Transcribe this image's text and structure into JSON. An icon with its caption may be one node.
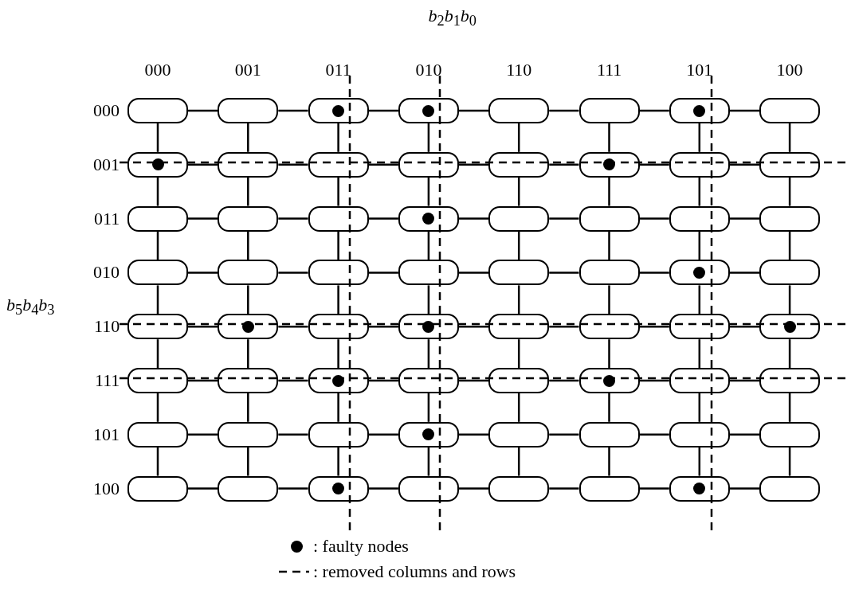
{
  "diagram": {
    "nodes": [
      {
        "text": [],
        "shape": "box"
      },
      {
        "text": [],
        "shape": "box"
      },
      {
        "text": [],
        "shape": "box"
      },
      {
        "text": [],
        "shape": "box"
      },
      {
        "text": [],
        "shape": "box"
      },
      {
        "text": [],
        "shape": "box"
      },
      {
        "text": [],
        "shape": "box"
      },
      {
        "text": [],
        "shape": "box"
      },
      {
        "text": [],
        "shape": "box"
      },
      {
        "text": [],
        "shape": "box"
      },
      {
        "text": [],
        "shape": "box"
      },
      {
        "text": [],
        "shape": "box"
      },
      {
        "text": [],
        "shape": "box"
      },
      {
        "text": [],
        "shape": "box"
      },
      {
        "text": [],
        "shape": "box"
      },
      {
        "text": [],
        "shape": "box"
      },
      {
        "text": [],
        "shape": "box"
      },
      {
        "text": [],
        "shape": "box"
      },
      {
        "text": [],
        "shape": "box"
      },
      {
        "text": [],
        "shape": "box"
      },
      {
        "text": [],
        "shape": "box"
      },
      {
        "text": [],
        "shape": "box"
      },
      {
        "text": [],
        "shape": "box"
      },
      {
        "text": [],
        "shape": "box"
      },
      {
        "text": [],
        "shape": "box"
      },
      {
        "text": [],
        "shape": "box"
      },
      {
        "text": [],
        "shape": "box"
      },
      {
        "text": [],
        "shape": "box"
      },
      {
        "text": [],
        "shape": "box"
      },
      {
        "text": [],
        "shape": "box"
      },
      {
        "text": [],
        "shape": "box"
      },
      {
        "text": [],
        "shape": "box"
      },
      {
        "text": [],
        "shape": "box"
      },
      {
        "text": [],
        "shape": "box"
      },
      {
        "text": [],
        "shape": "box"
      },
      {
        "text": [],
        "shape": "box"
      },
      {
        "text": [],
        "shape": "box"
      },
      {
        "text": [],
        "shape": "box"
      },
      {
        "text": [],
        "shape": "box"
      },
      {
        "text": [],
        "shape": "box"
      },
      {
        "text": [],
        "shape": "box"
      },
      {
        "text": [],
        "shape": "box"
      },
      {
        "text": [],
        "shape": "box"
      },
      {
        "text": [],
        "shape": "box"
      },
      {
        "text": [],
        "shape": "box"
      },
      {
        "text": [],
        "shape": "box"
      },
      {
        "text": [],
        "shape": "box"
      },
      {
        "text": [],
        "shape": "box"
      },
      {
        "text": [],
        "shape": "box"
      },
      {
        "text": [],
        "shape": "box"
      },
      {
        "text": [],
        "shape": "box"
      },
      {
        "text": [],
        "shape": "box"
      },
      {
        "text": [],
        "shape": "box"
      },
      {
        "text": [],
        "shape": "box"
      },
      {
        "text": [],
        "shape": "box"
      },
      {
        "text": [],
        "shape": "box"
      },
      {
        "text": [],
        "shape": "box"
      },
      {
        "text": [],
        "shape": "box"
      },
      {
        "text": [],
        "shape": "box"
      },
      {
        "text": [],
        "shape": "box"
      },
      {
        "text": [],
        "shape": "box"
      },
      {
        "text": [],
        "shape": "box"
      },
      {
        "text": [],
        "shape": "box"
      },
      {
        "text": [],
        "shape": "box"
      },
      {
        "text": [],
        "shape": "circle",
        "in": 2
      },
      {
        "text": [],
        "shape": "circle",
        "in": 3
      },
      {
        "text": [],
        "shape": "circle",
        "in": 6
      },
      {
        "text": [],
        "shape": "circle",
        "in": 8
      },
      {
        "text": [],
        "shape": "circle",
        "in": 13
      },
      {
        "text": [],
        "shape": "circle",
        "in": 19
      },
      {
        "text": [],
        "shape": "circle",
        "in": 30
      },
      {
        "text": [],
        "shape": "circle",
        "in": 33
      },
      {
        "text": [],
        "shape": "circle",
        "in": 35
      },
      {
        "text": [],
        "shape": "circle",
        "in": 39
      },
      {
        "text": [],
        "shape": "circle",
        "in": 42
      },
      {
        "text": [],
        "shape": "circle",
        "in": 45
      },
      {
        "text": [],
        "shape": "circle",
        "in": 51
      },
      {
        "text": [],
        "shape": "circle",
        "in": 58
      },
      {
        "text": [],
        "shape": "circle",
        "in": 62
      },
      {
        "text": [],
        "shape": "line"
      },
      {
        "text": [],
        "shape": "line"
      },
      {
        "text": [],
        "shape": "line"
      },
      {
        "text": [],
        "shape": "line"
      },
      {
        "text": [],
        "shape": "line"
      },
      {
        "text": [],
        "shape": "line"
      }
    ],
    "edges": [
      {
        "from": 0,
        "to": 1,
        "arrow": "none"
      },
      {
        "from": 1,
        "to": 2,
        "arrow": "none"
      },
      {
        "from": 2,
        "to": 3,
        "arrow": "none"
      },
      {
        "from": 3,
        "to": 4,
        "arrow": "none"
      },
      {
        "from": 4,
        "to": 5,
        "arrow": "none"
      },
      {
        "from": 5,
        "to": 6,
        "arrow": "none"
      },
      {
        "from": 6,
        "to": 7,
        "arrow": "none"
      },
      {
        "from": 8,
        "to": 9,
        "arrow": "none"
      },
      {
        "from": 9,
        "to": 10,
        "arrow": "none"
      },
      {
        "from": 10,
        "to": 11,
        "arrow": "none"
      },
      {
        "from": 11,
        "to": 12,
        "arrow": "none"
      },
      {
        "from": 12,
        "to": 13,
        "arrow": "none"
      },
      {
        "from": 13,
        "to": 14,
        "arrow": "none"
      },
      {
        "from": 14,
        "to": 15,
        "arrow": "none"
      },
      {
        "from": 16,
        "to": 17,
        "arrow": "none"
      },
      {
        "from": 17,
        "to": 18,
        "arrow": "none"
      },
      {
        "from": 18,
        "to": 19,
        "arrow": "none"
      },
      {
        "from": 19,
        "to": 20,
        "arrow": "none"
      },
      {
        "from": 20,
        "to": 21,
        "arrow": "none"
      },
      {
        "from": 21,
        "to": 22,
        "arrow": "none"
      },
      {
        "from": 22,
        "to": 23,
        "arrow": "none"
      },
      {
        "from": 24,
        "to": 25,
        "arrow": "none"
      },
      {
        "from": 25,
        "to": 26,
        "arrow": "none"
      },
      {
        "from": 26,
        "to": 27,
        "arrow": "none"
      },
      {
        "from": 27,
        "to": 28,
        "arrow": "none"
      },
      {
        "from": 28,
        "to": 29,
        "arrow": "none"
      },
      {
        "from": 29,
        "to": 30,
        "arrow": "none"
      },
      {
        "from": 30,
        "to": 31,
        "arrow": "none"
      },
      {
        "from": 32,
        "to": 33,
        "arrow": "none"
      },
      {
        "from": 33,
        "to": 34,
        "arrow": "none"
      },
      {
        "from": 34,
        "to": 35,
        "arrow": "none"
      },
      {
        "from": 35,
        "to": 36,
        "arrow": "none"
      },
      {
        "from": 36,
        "to": 37,
        "arrow": "none"
      },
      {
        "from": 37,
        "to": 38,
        "arrow": "none"
      },
      {
        "from": 38,
        "to": 39,
        "arrow": "none"
      },
      {
        "from": 40,
        "to": 41,
        "arrow": "none"
      },
      {
        "from": 41,
        "to": 42,
        "arrow": "none"
      },
      {
        "from": 42,
        "to": 43,
        "arrow": "none"
      },
      {
        "from": 43,
        "to": 44,
        "arrow": "none"
      },
      {
        "from": 44,
        "to": 45,
        "arrow": "none"
      },
      {
        "from": 45,
        "to": 46,
        "arrow": "none"
      },
      {
        "from": 46,
        "to": 47,
        "arrow": "none"
      },
      {
        "from": 48,
        "to": 49,
        "arrow": "none"
      },
      {
        "from": 49,
        "to": 50,
        "arrow": "none"
      },
      {
        "from": 50,
        "to": 51,
        "arrow": "none"
      },
      {
        "from": 51,
        "to": 52,
        "arrow": "none"
      },
      {
        "from": 52,
        "to": 53,
        "arrow": "none"
      },
      {
        "from": 53,
        "to": 54,
        "arrow": "none"
      },
      {
        "from": 54,
        "to": 55,
        "arrow": "none"
      },
      {
        "from": 56,
        "to": 57,
        "arrow": "none"
      },
      {
        "from": 57,
        "to": 58,
        "arrow": "none"
      },
      {
        "from": 58,
        "to": 59,
        "arrow": "none"
      },
      {
        "from": 59,
        "to": 60,
        "arrow": "none"
      },
      {
        "from": 60,
        "to": 61,
        "arrow": "none"
      },
      {
        "from": 61,
        "to": 62,
        "arrow": "none"
      },
      {
        "from": 62,
        "to": 63,
        "arrow": "none"
      },
      {
        "from": 0,
        "to": 8,
        "arrow": "none"
      },
      {
        "from": 8,
        "to": 16,
        "arrow": "none"
      },
      {
        "from": 16,
        "to": 24,
        "arrow": "none"
      },
      {
        "from": 24,
        "to": 32,
        "arrow": "none"
      },
      {
        "from": 32,
        "to": 40,
        "arrow": "none"
      },
      {
        "from": 40,
        "to": 48,
        "arrow": "none"
      },
      {
        "from": 48,
        "to": 56,
        "arrow": "none"
      },
      {
        "from": 1,
        "to": 9,
        "arrow": "none"
      },
      {
        "from": 9,
        "to": 17,
        "arrow": "none"
      },
      {
        "from": 17,
        "to": 25,
        "arrow": "none"
      },
      {
        "from": 25,
        "to": 33,
        "arrow": "none"
      },
      {
        "from": 33,
        "to": 41,
        "arrow": "none"
      },
      {
        "from": 41,
        "to": 49,
        "arrow": "none"
      },
      {
        "from": 49,
        "to": 57,
        "arrow": "none"
      },
      {
        "from": 2,
        "to": 10,
        "arrow": "none"
      },
      {
        "from": 10,
        "to": 18,
        "arrow": "none"
      },
      {
        "from": 18,
        "to": 26,
        "arrow": "none"
      },
      {
        "from": 26,
        "to": 34,
        "arrow": "none"
      },
      {
        "from": 34,
        "to": 42,
        "arrow": "none"
      },
      {
        "from": 42,
        "to": 50,
        "arrow": "none"
      },
      {
        "from": 50,
        "to": 58,
        "arrow": "none"
      },
      {
        "from": 3,
        "to": 11,
        "arrow": "none"
      },
      {
        "from": 11,
        "to": 19,
        "arrow": "none"
      },
      {
        "from": 19,
        "to": 27,
        "arrow": "none"
      },
      {
        "from": 27,
        "to": 35,
        "arrow": "none"
      },
      {
        "from": 35,
        "to": 43,
        "arrow": "none"
      },
      {
        "from": 43,
        "to": 51,
        "arrow": "none"
      },
      {
        "from": 51,
        "to": 59,
        "arrow": "none"
      },
      {
        "from": 4,
        "to": 12,
        "arrow": "none"
      },
      {
        "from": 12,
        "to": 20,
        "arrow": "none"
      },
      {
        "from": 20,
        "to": 28,
        "arrow": "none"
      },
      {
        "from": 28,
        "to": 36,
        "arrow": "none"
      },
      {
        "from": 36,
        "to": 44,
        "arrow": "none"
      },
      {
        "from": 44,
        "to": 52,
        "arrow": "none"
      },
      {
        "from": 52,
        "to": 60,
        "arrow": "none"
      },
      {
        "from": 5,
        "to": 13,
        "arrow": "none"
      },
      {
        "from": 13,
        "to": 21,
        "arrow": "none"
      },
      {
        "from": 21,
        "to": 29,
        "arrow": "none"
      },
      {
        "from": 29,
        "to": 37,
        "arrow": "none"
      },
      {
        "from": 37,
        "to": 45,
        "arrow": "none"
      },
      {
        "from": 45,
        "to": 53,
        "arrow": "none"
      },
      {
        "from": 53,
        "to": 61,
        "arrow": "none"
      },
      {
        "from": 6,
        "to": 14,
        "arrow": "none"
      },
      {
        "from": 14,
        "to": 22,
        "arrow": "none"
      },
      {
        "from": 22,
        "to": 30,
        "arrow": "none"
      },
      {
        "from": 30,
        "to": 38,
        "arrow": "none"
      },
      {
        "from": 38,
        "to": 46,
        "arrow": "none"
      },
      {
        "from": 46,
        "to": 54,
        "arrow": "none"
      },
      {
        "from": 54,
        "to": 62,
        "arrow": "none"
      },
      {
        "from": 7,
        "to": 15,
        "arrow": "none"
      },
      {
        "from": 15,
        "to": 23,
        "arrow": "none"
      },
      {
        "from": 23,
        "to": 31,
        "arrow": "none"
      },
      {
        "from": 31,
        "to": 39,
        "arrow": "none"
      },
      {
        "from": 39,
        "to": 47,
        "arrow": "none"
      },
      {
        "from": 47,
        "to": 55,
        "arrow": "none"
      },
      {
        "from": 55,
        "to": 63,
        "arrow": "none"
      }
    ],
    "labels": [
      "*b*$_{2}$*b*$_{1}$*b*$_{0}$",
      "000",
      "001",
      "011",
      "010",
      "110",
      "111",
      "101",
      "100",
      "000",
      "001",
      "011",
      "010",
      "*b*$_{5}$*b*$_{4}$*b*$_{3}$",
      "110",
      "111",
      "101",
      "100"
    ],
    "legend": [
      {
        "text": ": faulty nodes"
      },
      {
        "text": ": removed columns and rows"
      }
    ]
  }
}
